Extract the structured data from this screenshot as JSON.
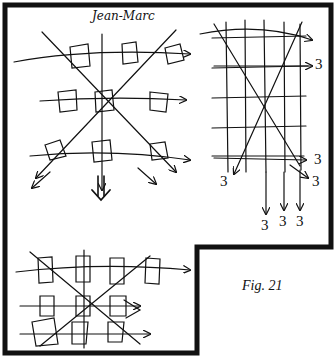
{
  "diagram": {
    "caption": "Fig. 21",
    "labels": [
      "Jean-Marc",
      "3",
      "3",
      "3",
      "3",
      "3",
      "3",
      "3"
    ]
  }
}
